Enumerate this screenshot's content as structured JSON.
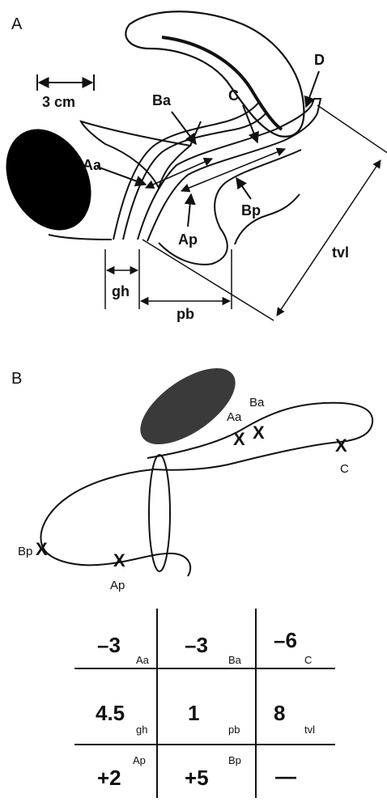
{
  "panel_a": {
    "letter": "A",
    "scale_label": "3 cm",
    "labels": {
      "aa": "Aa",
      "ba": "Ba",
      "c": "C",
      "d": "D",
      "ap": "Ap",
      "bp": "Bp",
      "gh": "gh",
      "pb": "pb",
      "tvl": "tvl"
    }
  },
  "panel_b": {
    "letter": "B",
    "points": {
      "aa": "Aa",
      "ba": "Ba",
      "c": "C",
      "bp": "Bp",
      "ap": "Ap"
    },
    "mark": "X"
  },
  "grid": {
    "rows": [
      [
        {
          "value": "–3",
          "label": "Aa"
        },
        {
          "value": "–3",
          "label": "Ba"
        },
        {
          "value": "–6",
          "label": "C"
        }
      ],
      [
        {
          "value": "4.5",
          "label": "gh"
        },
        {
          "value": "1",
          "label": "pb"
        },
        {
          "value": "8",
          "label": "tvl"
        }
      ],
      [
        {
          "value": "+2",
          "label": "Ap"
        },
        {
          "value": "+5",
          "label": "Bp"
        },
        {
          "value": "—",
          "label": ""
        }
      ]
    ]
  }
}
